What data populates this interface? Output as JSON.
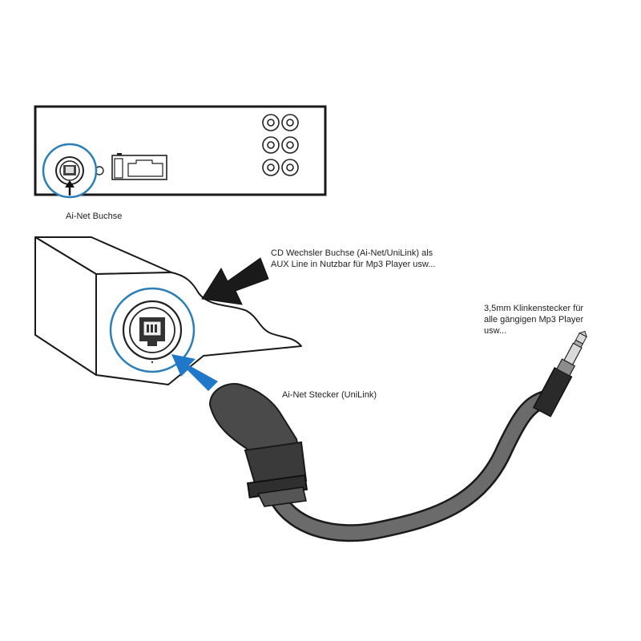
{
  "labels": {
    "ainet_buchse": "Ai-Net Buchse",
    "cd_wechsler_line1": "CD Wechsler Buchse (Ai-Net/UniLink) als",
    "cd_wechsler_line2": "AUX Line in Nutzbar für Mp3 Player usw...",
    "klinke_line1": "3,5mm Klinkenstecker für",
    "klinke_line2": "alle gängigen Mp3 Player",
    "klinke_line3": "usw...",
    "stecker": "Ai-Net Stecker (UniLink)"
  },
  "colors": {
    "outline": "#1a1a1a",
    "highlight_ring": "#2a7fb8",
    "blue_arrow": "#1f78c8",
    "black_arrow": "#1a1a1a",
    "cable": "#6b6b6b",
    "plug_body": "#4a4a4a"
  },
  "icons": [
    "radio-unit",
    "ainet-socket",
    "rca-jacks",
    "black-pointer-arrow",
    "blue-pointer-arrow",
    "ainet-plug",
    "jack-plug-3-5mm",
    "cable"
  ]
}
